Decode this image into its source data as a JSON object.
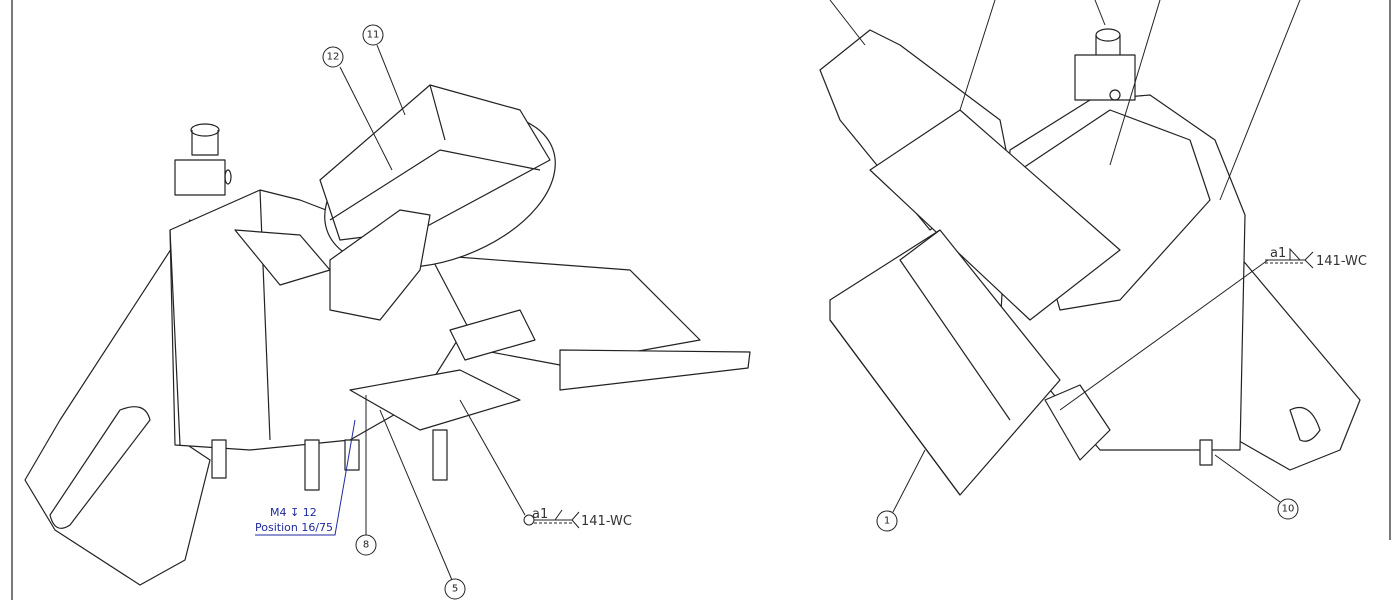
{
  "balloons": {
    "b12": "12",
    "b11": "11",
    "b8": "8",
    "b5": "5",
    "b1": "1",
    "b10": "10"
  },
  "hole_callout": {
    "line1": "M4 ↧ 12",
    "line2": "Position 16/75"
  },
  "weld_left": {
    "size": "a1",
    "process": "141-WC"
  },
  "weld_right": {
    "size": "a1",
    "process": "141-WC"
  },
  "colors": {
    "line": "#222222",
    "annotation": "#1f2a9e"
  }
}
